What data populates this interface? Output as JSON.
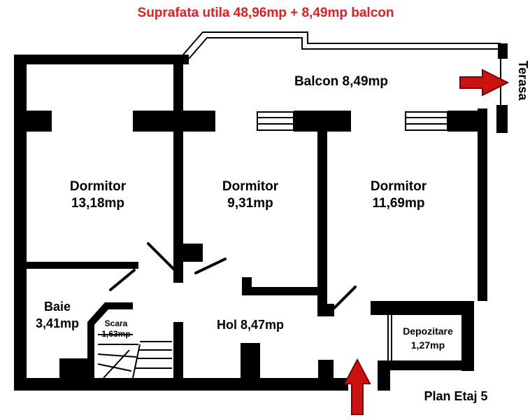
{
  "title": "Suprafata utila 48,96mp + 8,49mp balcon",
  "plan_label": "Plan Etaj 5",
  "terasa_label": "Terasa",
  "colors": {
    "title": "#e02020",
    "arrow": "#cc1111",
    "wall": "#000000"
  },
  "rooms": [
    {
      "name": "Balcon 8,49mp",
      "area": ""
    },
    {
      "name": "Dormitor",
      "area": "13,18mp"
    },
    {
      "name": "Dormitor",
      "area": "9,31mp"
    },
    {
      "name": "Dormitor",
      "area": "11,69mp"
    },
    {
      "name": "Baie",
      "area": "3,41mp"
    },
    {
      "name": "Scara",
      "area": "1,63mp"
    },
    {
      "name": "Hol 8,47mp",
      "area": ""
    },
    {
      "name": "Depozitare",
      "area": "1,27mp"
    }
  ]
}
